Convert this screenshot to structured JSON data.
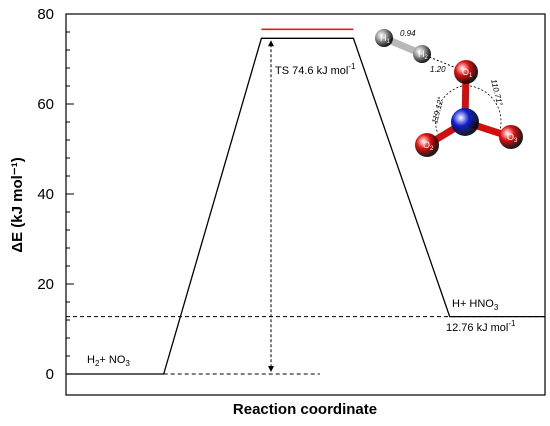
{
  "chart_data": {
    "type": "line",
    "ylabel": "ΔE (kJ mol⁻¹)",
    "xlabel": "Reaction coordinate",
    "ylim": [
      0,
      80
    ],
    "yticks": [
      0,
      20,
      40,
      60,
      80
    ],
    "xlim": [
      0,
      100
    ],
    "grid": false,
    "profile": {
      "x": [
        0,
        20.4,
        40.8,
        60.0,
        80.1,
        100
      ],
      "y": [
        0,
        0,
        74.6,
        74.6,
        12.76,
        12.76
      ]
    },
    "reactant": {
      "label_main": "H",
      "label_sub": "2",
      "label_mid": "+ NO",
      "label_sub2": "3",
      "energy": 0
    },
    "transition_state": {
      "label_text": "TS 74.6 kJ mol",
      "label_sup": "-1",
      "energy": 74.6,
      "marker_energy": 76.6,
      "marker_color": "#e02020"
    },
    "product": {
      "label_main": "H+ HNO",
      "label_sub": "3",
      "energy": 12.76,
      "value_text": "12.76 kJ mol",
      "value_sup": "-1"
    },
    "reference_lines": {
      "product_level_dashed": 12.76,
      "reactant_level_dashed": 0
    },
    "molecule": {
      "atoms": [
        {
          "symbol": "H",
          "index": "1",
          "color": "#9a9a9a"
        },
        {
          "symbol": "H",
          "index": "2",
          "color": "#9a9a9a"
        },
        {
          "symbol": "O",
          "index": "1",
          "color": "#e01010"
        },
        {
          "symbol": "O",
          "index": "2",
          "color": "#e01010"
        },
        {
          "symbol": "O",
          "index": "3",
          "color": "#e01010"
        },
        {
          "symbol": "N",
          "index": "",
          "color": "#1020d0"
        }
      ],
      "measurements": {
        "h1_h2": "0.94",
        "h2_o1": "1.20",
        "angle_left": "119.12°",
        "angle_right": "110.71°"
      }
    }
  }
}
